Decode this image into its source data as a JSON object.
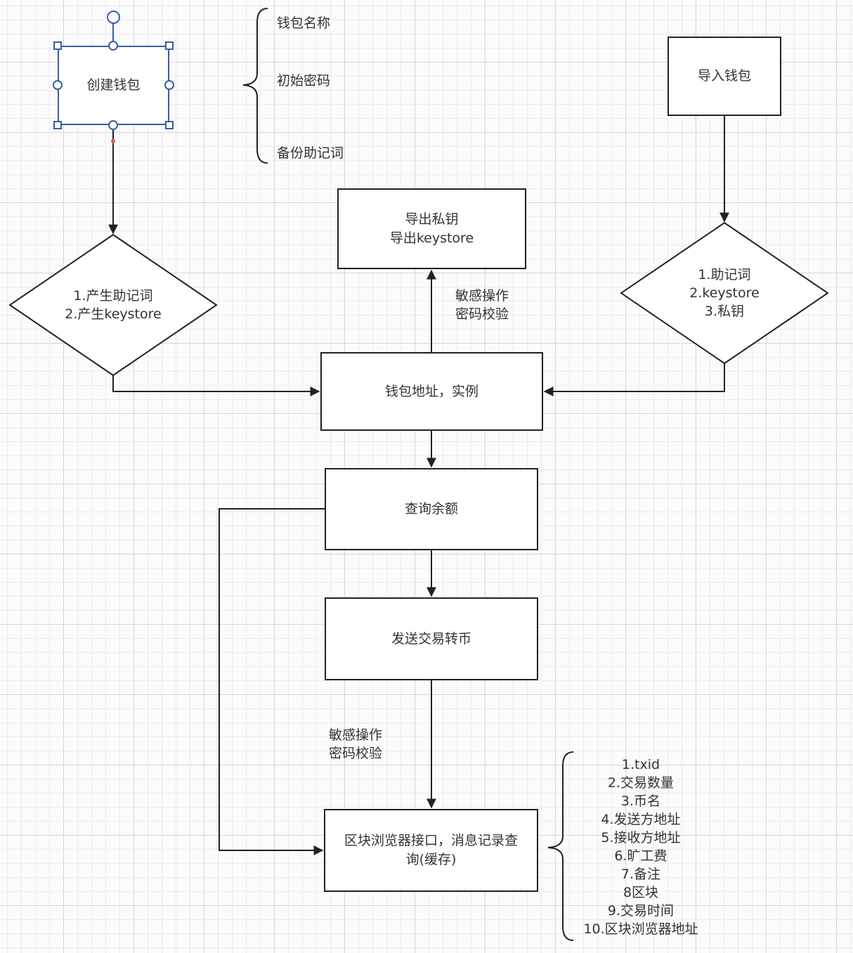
{
  "nodes": {
    "create_wallet": "创建钱包",
    "import_wallet": "导入钱包",
    "export_key": [
      "导出私钥",
      "导出keystore"
    ],
    "generate": [
      "1.产生助记词",
      "2.产生keystore"
    ],
    "import_options": [
      "1.助记词",
      "2.keystore",
      "3.私钥"
    ],
    "wallet_address": "钱包地址，实例",
    "query_balance": "查询余额",
    "send_tx": "发送交易转币",
    "explorer": [
      "区块浏览器接口，消息记录查",
      "询(缓存)"
    ]
  },
  "create_fields": [
    "钱包名称",
    "初始密码",
    "备份助记词"
  ],
  "sensitive_upper": [
    "敏感操作",
    "密码校验"
  ],
  "sensitive_lower": [
    "敏感操作",
    "密码校验"
  ],
  "tx_fields": [
    "1.txid",
    "2.交易数量",
    "3.币名",
    "4.发送方地址",
    "5.接收方地址",
    "6.旷工费",
    "7.备注",
    "8区块",
    "9.交易时间",
    "10.区块浏览器地址"
  ],
  "colors": {
    "stroke": "#222222",
    "selection": "#3b5ca8",
    "grid": "#d6d6d6"
  }
}
